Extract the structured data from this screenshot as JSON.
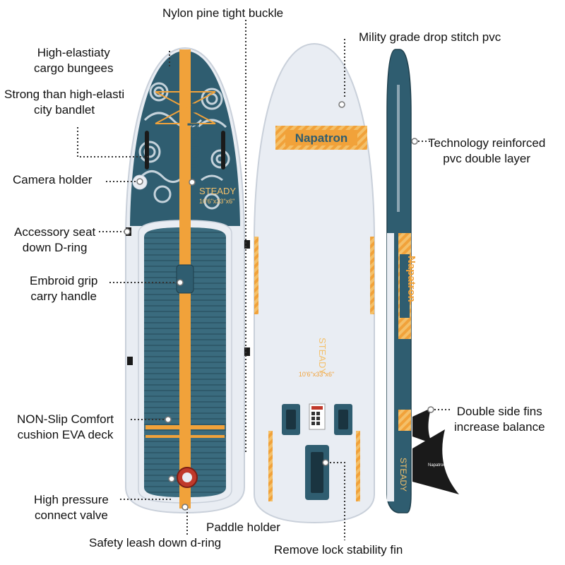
{
  "colors": {
    "board_teal": "#2f5d70",
    "deck_teal": "#3a6b7e",
    "orange": "#f1a23a",
    "rail_white": "#e9edf3",
    "fin_black": "#1a1a1a"
  },
  "brand": {
    "name": "Napatron",
    "model": "STEADY",
    "size": "10'6\"x33\"x6\""
  },
  "labels": {
    "nylon_buckle": "Nylon pine tight buckle",
    "cargo_bungees": [
      "High-elastiaty",
      "cargo bungees"
    ],
    "bandlet": [
      "Strong than high-elasti",
      "city bandlet"
    ],
    "camera_holder": "Camera holder",
    "seat_dring": [
      "Accessory seat",
      "down D-ring"
    ],
    "carry_handle": [
      "Embroid grip",
      "carry handle"
    ],
    "eva_deck": [
      "NON-Slip Comfort",
      "cushion EVA deck"
    ],
    "valve": [
      "High pressure",
      "connect valve"
    ],
    "leash_dring": "Safety leash down d-ring",
    "paddle_holder": "Paddle holder",
    "stability_fin": "Remove lock stability fin",
    "drop_stitch": "Mility grade drop stitch pvc",
    "reinforced": [
      "Technology reinforced",
      "pvc double layer"
    ],
    "side_fins": [
      "Double side fins",
      "increase balance"
    ]
  }
}
